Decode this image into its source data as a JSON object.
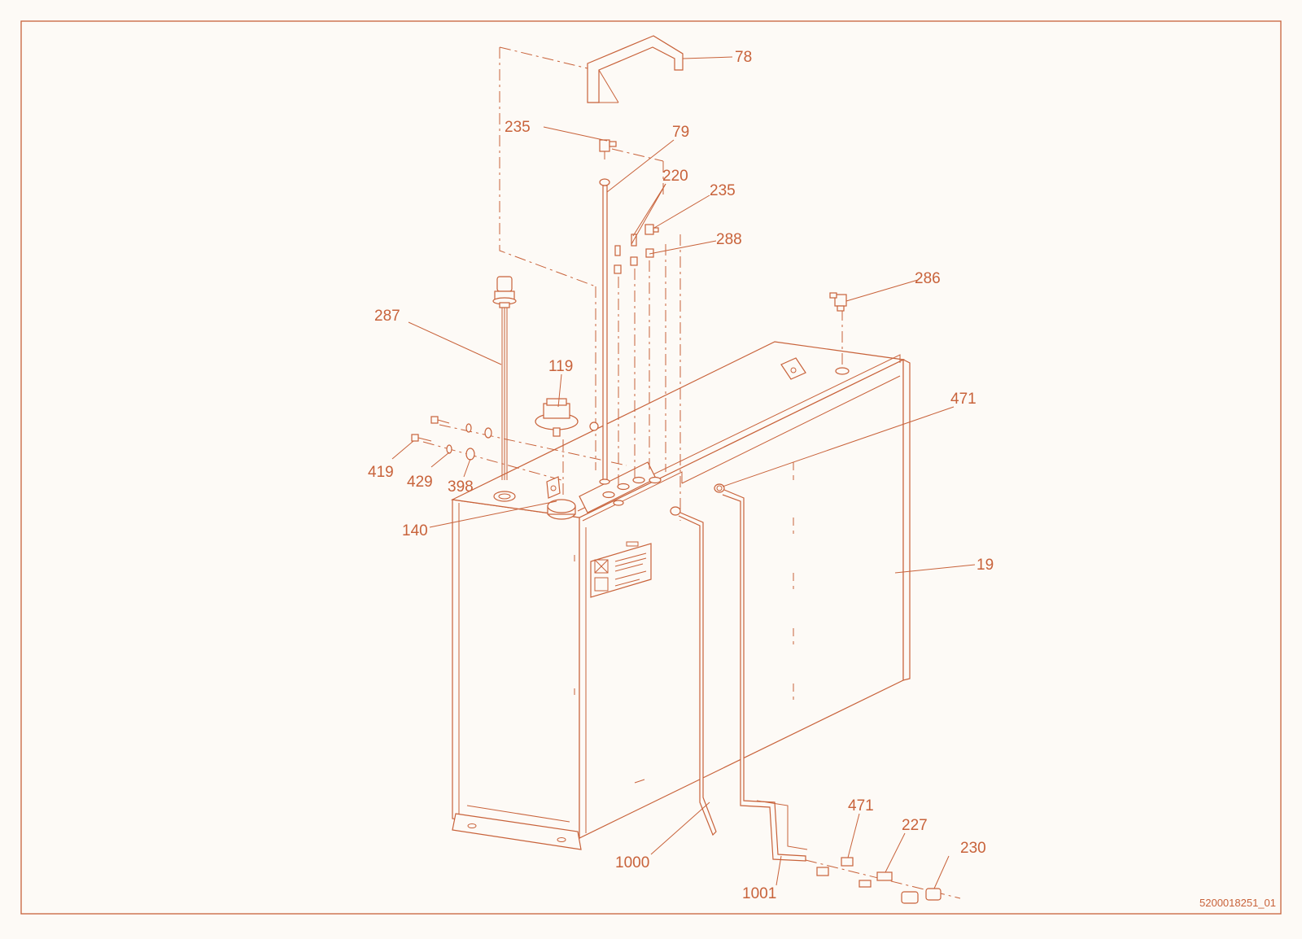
{
  "colors": {
    "accent": "#c8623a",
    "background": "#fdfaf6"
  },
  "drawing": {
    "document_id": "5200018251_01",
    "callouts": [
      {
        "id": "c78",
        "label": "78"
      },
      {
        "id": "c235a",
        "label": "235"
      },
      {
        "id": "c79",
        "label": "79"
      },
      {
        "id": "c220",
        "label": "220"
      },
      {
        "id": "c235b",
        "label": "235"
      },
      {
        "id": "c288",
        "label": "288"
      },
      {
        "id": "c286",
        "label": "286"
      },
      {
        "id": "c287",
        "label": "287"
      },
      {
        "id": "c119",
        "label": "119"
      },
      {
        "id": "c471a",
        "label": "471"
      },
      {
        "id": "c419",
        "label": "419"
      },
      {
        "id": "c429",
        "label": "429"
      },
      {
        "id": "c398",
        "label": "398"
      },
      {
        "id": "c140",
        "label": "140"
      },
      {
        "id": "c19",
        "label": "19"
      },
      {
        "id": "c471b",
        "label": "471"
      },
      {
        "id": "c227",
        "label": "227"
      },
      {
        "id": "c230",
        "label": "230"
      },
      {
        "id": "c1000",
        "label": "1000"
      },
      {
        "id": "c1001",
        "label": "1001"
      }
    ]
  }
}
